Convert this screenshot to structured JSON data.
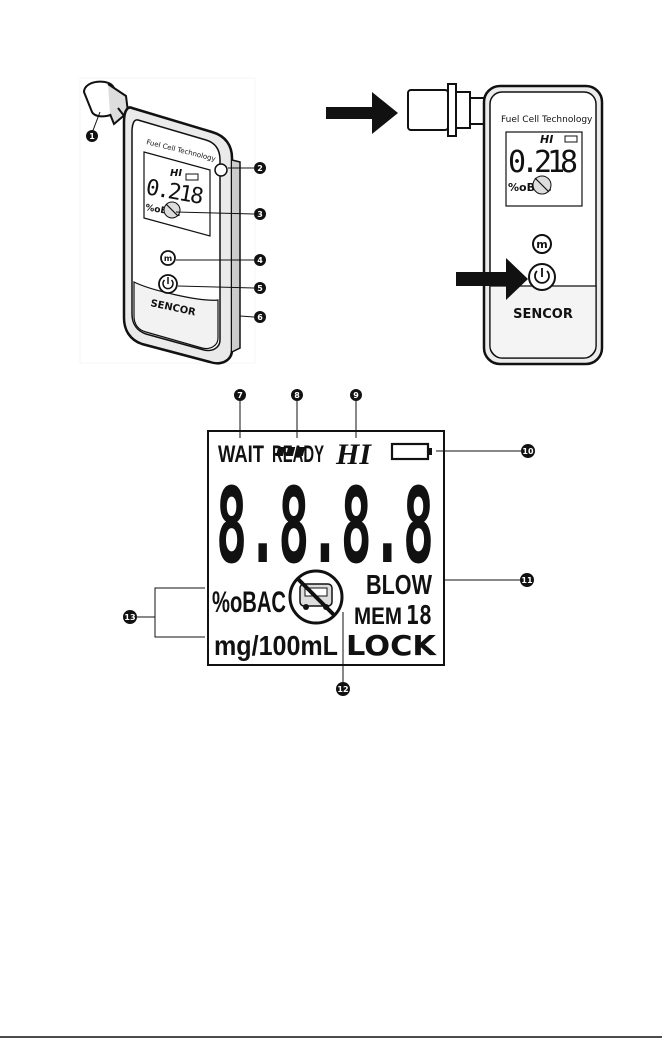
{
  "device_left": {
    "brand": "SENCOR",
    "caption": "Fuel Cell Technology",
    "reading": "0.218",
    "hi": "HI",
    "unit": "%oBAC",
    "m_button": "m"
  },
  "device_right": {
    "brand": "SENCOR",
    "caption": "Fuel Cell Technology",
    "reading": "0.218",
    "hi": "HI",
    "unit": "%oBAC",
    "m_button": "m"
  },
  "lcd": {
    "wait": "WAIT",
    "ready": "READY",
    "hi": "HI",
    "digits": "8.8.8.8",
    "bac": "%oBAC",
    "blow": "BLOW",
    "mem": "MEM",
    "mem_num": "18",
    "mg": "mg/100mL",
    "lock": "LOCK"
  },
  "callouts": [
    "1",
    "2",
    "3",
    "4",
    "5",
    "6",
    "7",
    "8",
    "9",
    "10",
    "11",
    "12",
    "13"
  ]
}
